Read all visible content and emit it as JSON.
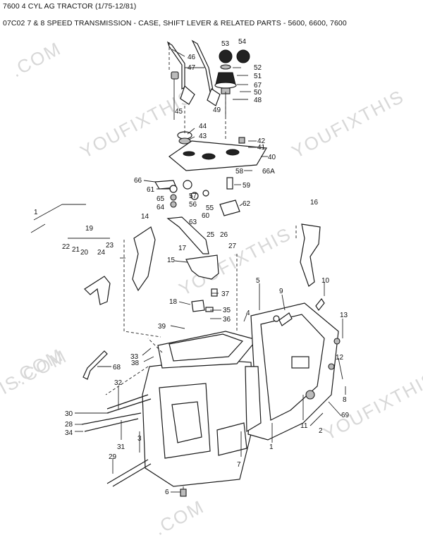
{
  "header": {
    "title": "7600 4 CYL AG TRACTOR (1/75-12/81)",
    "subtitle": "07C02 7 & 8 SPEED TRANSMISSION - CASE, SHIFT LEVER & RELATED PARTS - 5600, 6600, 7600"
  },
  "watermark": "YOUFIXTHIS.COM",
  "watermark_fragments": [
    "YOUFIXTHIS",
    "YOUFIXTHIS",
    "YOUFIXTHIS",
    "YOUFIXTHIS",
    ".COM",
    ".COM",
    ".COM",
    "IS.COM"
  ],
  "callouts": [
    "53",
    "54",
    "46",
    "52",
    "47",
    "51",
    "67",
    "50",
    "48",
    "45",
    "49",
    "44",
    "43",
    "42",
    "41",
    "40",
    "66",
    "58",
    "66A",
    "61",
    "59",
    "57",
    "65",
    "55",
    "62",
    "64",
    "56",
    "60",
    "63",
    "1",
    "16",
    "14",
    "19",
    "22",
    "21",
    "20",
    "24",
    "23",
    "25",
    "26",
    "17",
    "27",
    "15",
    "10",
    "5",
    "37",
    "9",
    "18",
    "35",
    "36",
    "4",
    "13",
    "39",
    "33",
    "38",
    "12",
    "68",
    "2",
    "32",
    "8",
    "30",
    "69",
    "28",
    "11",
    "34",
    "31",
    "3",
    "1",
    "29",
    "7",
    "6"
  ]
}
